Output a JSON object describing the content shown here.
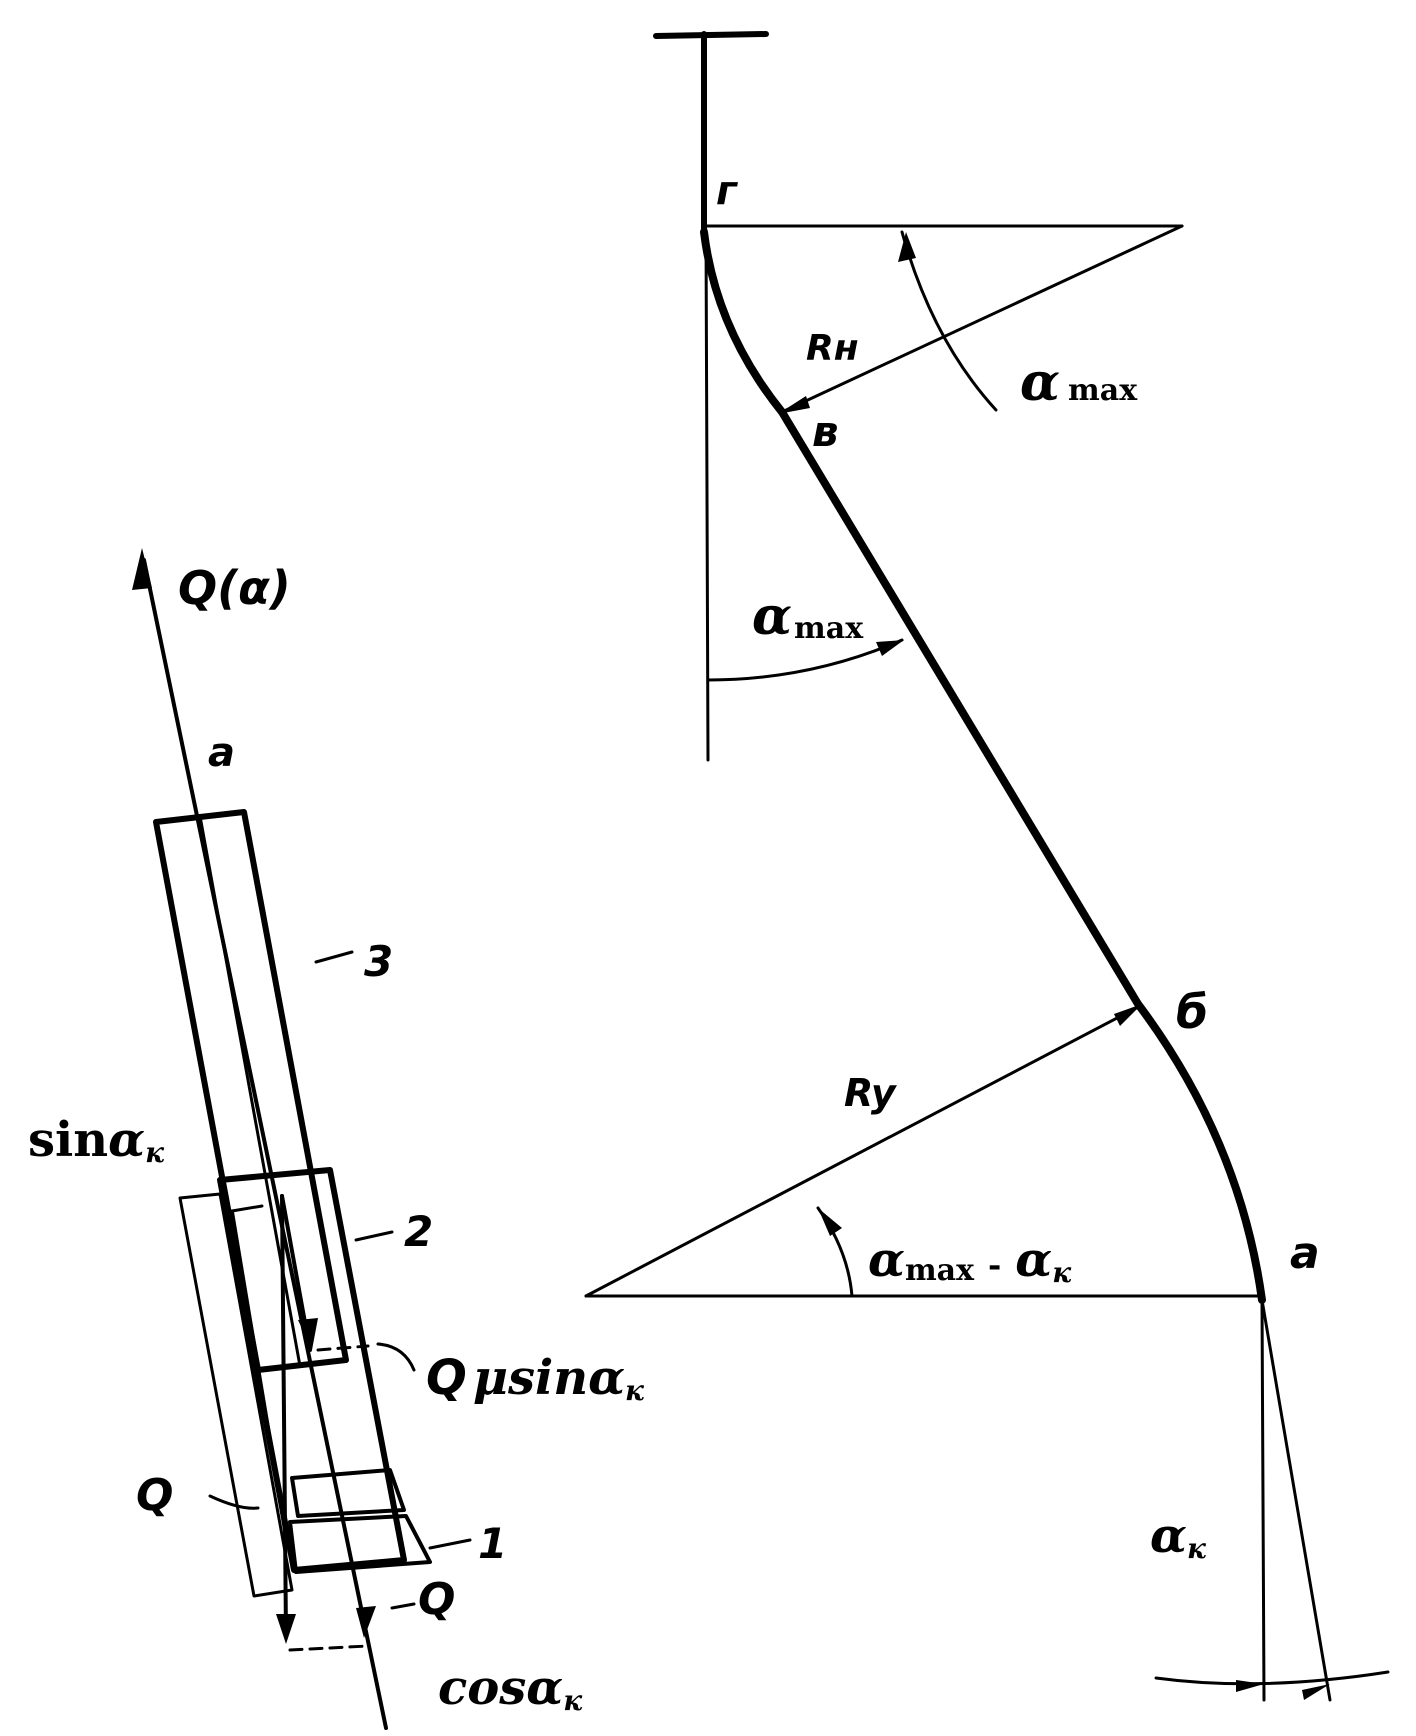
{
  "labels": {
    "g": "г",
    "v": "в",
    "b": "б",
    "a_right": "а",
    "a_left": "а",
    "rn": "Rн",
    "ry": "Ry",
    "alpha": "α",
    "max": "max",
    "k": "к",
    "alpha_max_minus": "-",
    "q_alpha": "Q(α)",
    "num3": "3",
    "num2": "2",
    "num1": "1",
    "sin": "sin",
    "cos": "cos",
    "q_left": "Q",
    "q_bottom": "Q",
    "q_mu": "Q",
    "mu": "μ",
    "sin_alpha_k": "sin"
  }
}
